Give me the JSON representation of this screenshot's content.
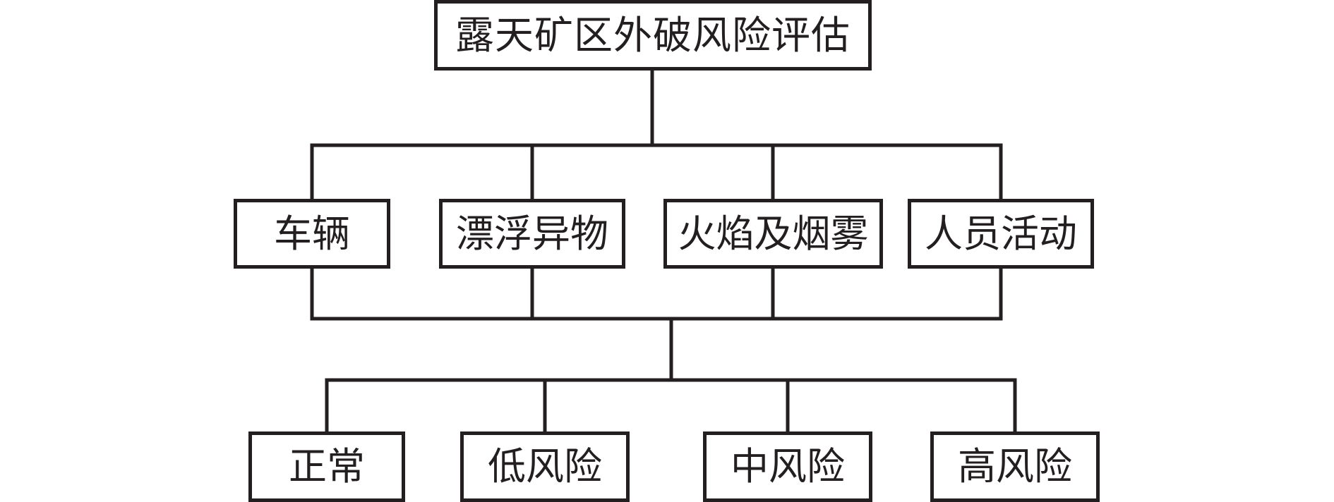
{
  "root": {
    "label": "露天矿区外破风险评估"
  },
  "factors": [
    {
      "label": "车辆"
    },
    {
      "label": "漂浮异物"
    },
    {
      "label": "火焰及烟雾"
    },
    {
      "label": "人员活动"
    }
  ],
  "risk_levels": [
    {
      "label": "正常"
    },
    {
      "label": "低风险"
    },
    {
      "label": "中风险"
    },
    {
      "label": "高风险"
    }
  ],
  "colors": {
    "stroke": "#231f20",
    "background": "#ffffff",
    "text": "#231f20"
  }
}
